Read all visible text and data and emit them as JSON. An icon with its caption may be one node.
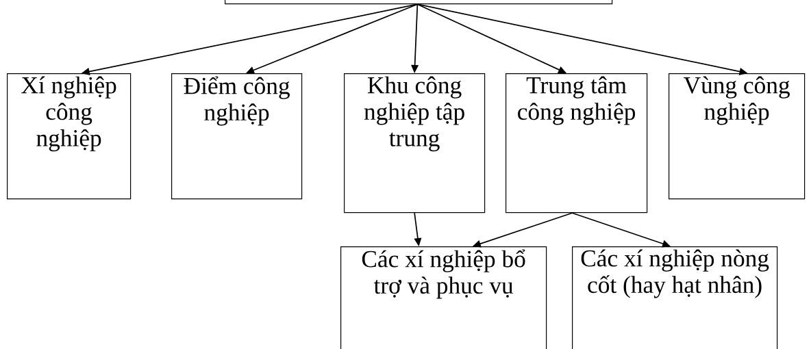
{
  "diagram": {
    "nodes": [
      {
        "text": [],
        "shape": "box"
      },
      {
        "text": [
          "Xí nghiệp công nghiệp"
        ]
      },
      {
        "text": [
          "Điểm công nghiệp"
        ]
      },
      {
        "text": [
          "Khu công nghiệp tập trung"
        ]
      },
      {
        "text": [
          "Trung tâm công nghiệp"
        ]
      },
      {
        "text": [
          "Vùng công nghiệp"
        ]
      },
      {
        "text": [
          "Các xí nghiệp bổ trợ và phục vụ"
        ]
      },
      {
        "text": [
          "Các xí nghiệp nòng cốt (hay hạt nhân)"
        ]
      }
    ],
    "edges": [
      {
        "from": 0,
        "to": 1,
        "arrow": "to"
      },
      {
        "from": 0,
        "to": 2,
        "arrow": "to"
      },
      {
        "from": 0,
        "to": 3,
        "arrow": "to"
      },
      {
        "from": 0,
        "to": 4,
        "arrow": "to"
      },
      {
        "from": 0,
        "to": 5,
        "arrow": "to"
      },
      {
        "from": 3,
        "to": 6,
        "arrow": "to"
      },
      {
        "from": 4,
        "to": 6,
        "arrow": "to"
      },
      {
        "from": 4,
        "to": 7,
        "arrow": "to"
      }
    ]
  }
}
